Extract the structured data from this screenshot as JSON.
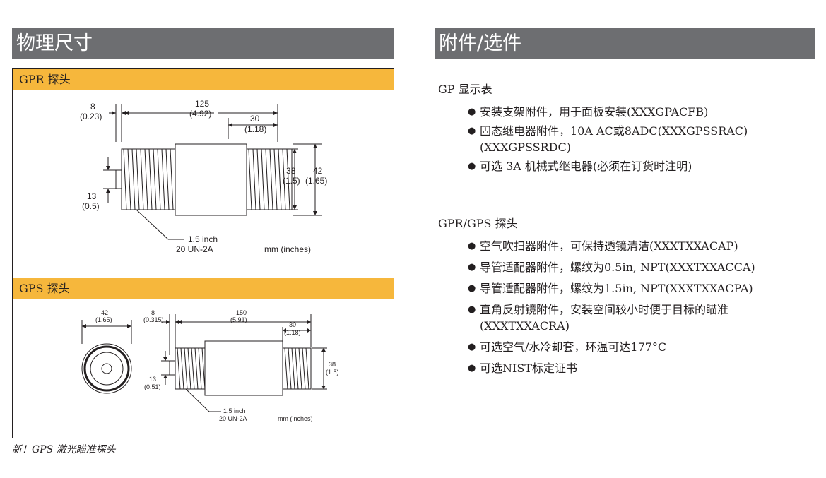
{
  "left_section": {
    "title": "物理尺寸",
    "gpr": {
      "label": "GPR 探头",
      "dims": {
        "d8": "8",
        "d8_in": "(0.23)",
        "d125": "125",
        "d125_in": "(4.92)",
        "d30": "30",
        "d30_in": "(1.18)",
        "d38": "38",
        "d38_in": "(1.5)",
        "d42": "42",
        "d42_in": "(1.65)",
        "d13": "13",
        "d13_in": "(0.5)",
        "thread1": "1.5 inch",
        "thread2": "20 UN-2A",
        "units": "mm (inches)"
      }
    },
    "gps": {
      "label": "GPS 探头",
      "dims": {
        "d42": "42",
        "d42_in": "(1.65)",
        "d8": "8",
        "d8_in": "(0.315)",
        "d150": "150",
        "d150_in": "(5.91)",
        "d30": "30",
        "d30_in": "(1.18)",
        "d38": "38",
        "d38_in": "(1.5)",
        "d13": "13",
        "d13_in": "(0.51)",
        "thread1": "1.5 inch",
        "thread2": "20 UN-2A",
        "units": "mm (inches)"
      }
    },
    "caption": "新！GPS 激光瞄准探头"
  },
  "right_section": {
    "title": "附件/选件",
    "groups": [
      {
        "title": "GP 显示表",
        "items": [
          "安装支架附件，用于面板安装(XXXGPACFB)",
          "固态继电器附件，10A AC或8ADC(XXXGPSSRAC)(XXXGPSSRDC)",
          "可选 3A 机械式继电器(必须在订货时注明)"
        ]
      },
      {
        "title": "GPR/GPS 探头",
        "items": [
          "空气吹扫器附件，可保持透镜清洁(XXXTXXACAP)",
          "导管适配器附件，螺纹为0.5in, NPT(XXXTXXACCA)",
          "导管适配器附件，螺纹为1.5in, NPT(XXXTXXACPA)",
          "直角反射镜附件，安装空间较小时便于目标的瞄准(XXXTXXACRA)",
          "可选空气/水冷却套，环温可达177°C",
          "可选NIST标定证书"
        ]
      }
    ],
    "bullet": "●"
  }
}
